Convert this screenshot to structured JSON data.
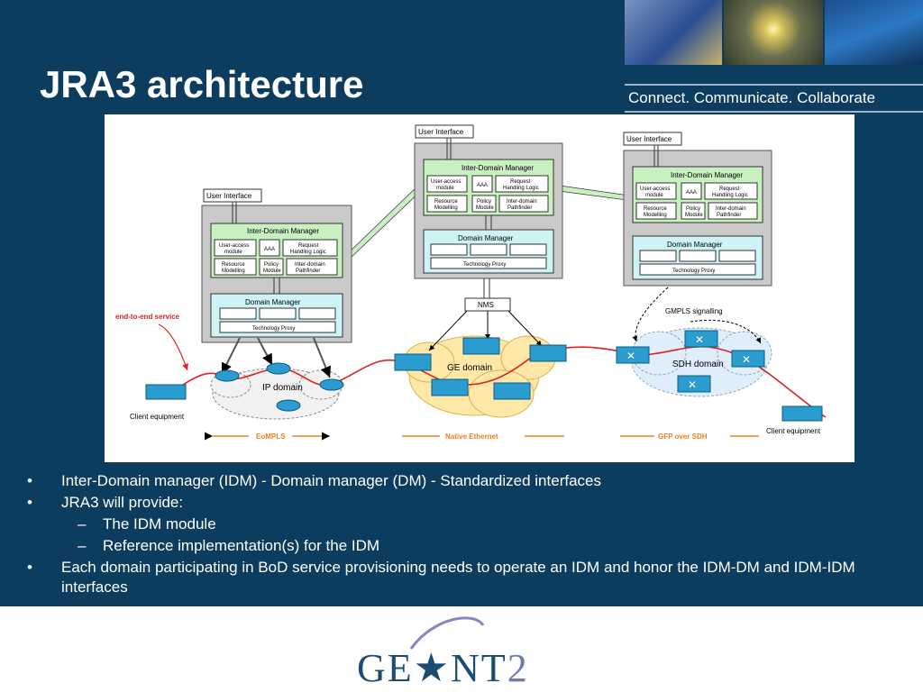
{
  "slide": {
    "title": "JRA3 architecture",
    "tagline": "Connect. Communicate. Collaborate"
  },
  "diagram": {
    "ui_label": "User Interface",
    "idm_label": "Inter-Domain Manager",
    "user_access": [
      "User-access",
      "module"
    ],
    "aaa": "AAA",
    "request": [
      "Request",
      "Handling Logic"
    ],
    "resource": [
      "Resource",
      "Modelling"
    ],
    "policy": [
      "Policy",
      "Module"
    ],
    "pathfinder": [
      "Inter-domain",
      "Pathfinder"
    ],
    "dm_label": "Domain Manager",
    "tech_proxy": "Technology Proxy",
    "nms": "NMS",
    "gmpls": "GMPLS signalling",
    "e2e": "end-to-end service",
    "ip_domain": "IP domain",
    "ge_domain": "GE domain",
    "sdh_domain": "SDH domain",
    "client_left": "Client equipment",
    "client_right": "Client equipment",
    "tech_bars": [
      "EoMPLS",
      "Native Ethernet",
      "GFP over SDH"
    ]
  },
  "bullets": [
    {
      "level": 1,
      "marker": "•",
      "text": "Inter-Domain manager (IDM) - Domain manager (DM) - Standardized interfaces"
    },
    {
      "level": 1,
      "marker": "•",
      "text": "JRA3 will provide:"
    },
    {
      "level": 2,
      "marker": "–",
      "text": "The IDM module"
    },
    {
      "level": 2,
      "marker": "–",
      "text": "Reference implementation(s) for the IDM"
    },
    {
      "level": 1,
      "marker": "•",
      "text": "Each domain participating in BoD service provisioning needs to operate an IDM and honor the IDM-DM and IDM-IDM interfaces"
    }
  ],
  "logo": {
    "part1": "GE",
    "star": "★",
    "part2": "NT",
    "part3": "2"
  },
  "colors": {
    "slide_bg": "#0c3d5e",
    "idm_green": "#c8f0c0",
    "dm_cyan": "#cdf3f7",
    "route_red": "#e02020",
    "tech_orange": "#f08020"
  }
}
